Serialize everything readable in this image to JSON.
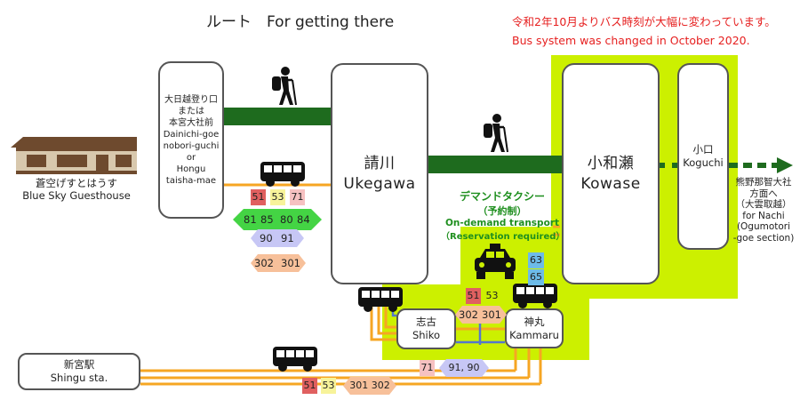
{
  "header": {
    "title": "ルート　For getting there",
    "notice_jp": "令和2年10月よりバス時刻が大幅に変わっています。",
    "notice_en": "Bus system was changed in October 2020."
  },
  "places": {
    "guesthouse": {
      "jp": "蒼空げすとはうす",
      "en": "Blue Sky Guesthouse"
    },
    "dainichi": [
      "大日越登り口",
      "または",
      "本宮大社前",
      "Dainichi-goe",
      "nobori-guchi",
      "or",
      "Hongu",
      "taisha-mae"
    ],
    "ukegawa": {
      "jp": "請川",
      "en": "Ukegawa"
    },
    "kowase": {
      "jp": "小和瀬",
      "en": "Kowase"
    },
    "koguchi": {
      "jp": "小口",
      "en": "Koguchi"
    },
    "nachi": [
      "熊野那智大社",
      "方面へ",
      "（大雲取越）",
      "for Nachi",
      "(Ogumotori",
      "-goe section)"
    ],
    "shiko": {
      "jp": "志古",
      "en": "Shiko"
    },
    "kammaru": {
      "jp": "神丸",
      "en": "Kammaru"
    },
    "shingu": {
      "jp": "新宮駅",
      "en": "Shingu sta."
    }
  },
  "ondemand": {
    "jp": "デマンドタクシー",
    "note_jp": "（予約制）",
    "en": "On-demand transport",
    "note_en": "（Reservation required）"
  },
  "routes": {
    "r51": "51",
    "r53": "53",
    "r71": "71",
    "r81": "81",
    "r85": "85",
    "r80": "80",
    "r84": "84",
    "r90": "90",
    "r91": "91",
    "r302": "302",
    "r301": "301",
    "r63": "63",
    "r65": "65",
    "r5301": "301",
    "r5302": "302",
    "shingu_route": "91, 90",
    "shingu_pair": "301 302"
  },
  "colors": {
    "trail": "#1e6b1e",
    "bus_line": "#f6a623",
    "area": "#ccf000",
    "red": "#e06060",
    "yellow": "#f7f39a",
    "pink": "#f6c1c1",
    "green": "#44d444",
    "lavender": "#c7c7f5",
    "peach": "#f7c09a",
    "blue": "#6dbbe8"
  }
}
